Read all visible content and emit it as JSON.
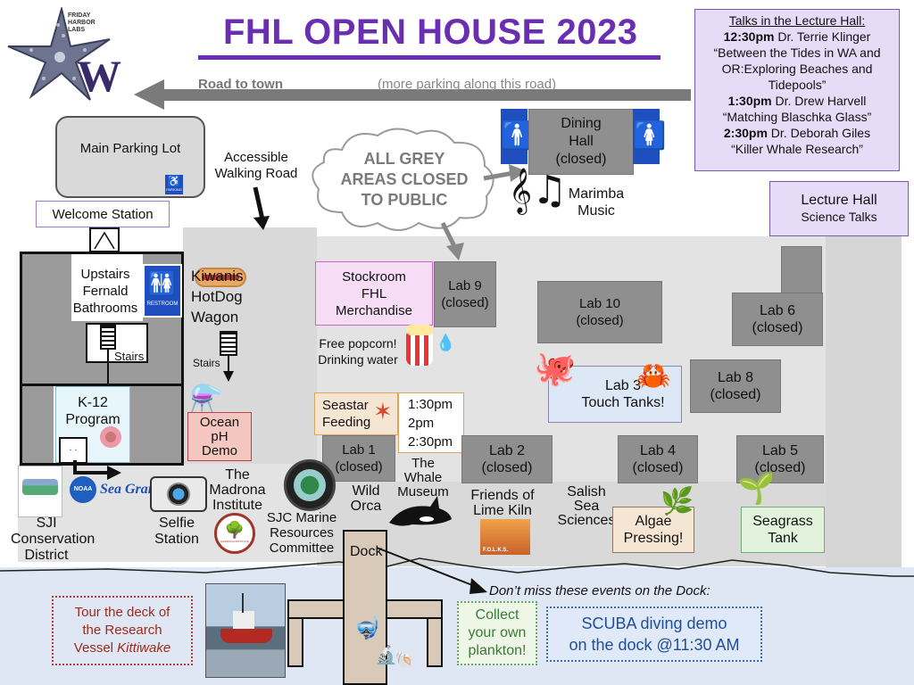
{
  "title": "FHL OPEN HOUSE 2023",
  "logo": {
    "text_lines": [
      "FRIDAY",
      "HARBOR",
      "LABS"
    ],
    "uw_letter": "W"
  },
  "road": {
    "label": "Road to town",
    "note": "(more parking along this road)"
  },
  "talks": {
    "heading": "Talks in the Lecture Hall:",
    "items": [
      {
        "time": "12:30pm",
        "speaker": " Dr. Terrie Klinger",
        "title": "“Between the Tides in WA and OR:Exploring Beaches and Tidepools”"
      },
      {
        "time": "1:30pm",
        "speaker": " Dr. Drew Harvell",
        "title": "“Matching Blaschka Glass”"
      },
      {
        "time": "2:30pm",
        "speaker": " Dr. Deborah Giles",
        "title": "“Killer Whale Research”"
      }
    ]
  },
  "parking": {
    "label": "Main Parking Lot",
    "accessible_sign": "PARKING"
  },
  "accessible_road": {
    "lines": [
      "Accessible",
      "Walking Road"
    ]
  },
  "closed_cloud": {
    "lines": [
      "ALL GREY",
      "AREAS CLOSED",
      "TO PUBLIC"
    ]
  },
  "dining": {
    "lines": [
      "Dining",
      "Hall",
      "(closed)"
    ]
  },
  "marimba": {
    "lines": [
      "Marimba",
      "Music"
    ]
  },
  "lecture_hall": {
    "line1": "Lecture Hall",
    "line2": "Science Talks"
  },
  "welcome": "Welcome Station",
  "bathrooms": {
    "lines": [
      "Upstairs",
      "Fernald",
      "Bathrooms"
    ],
    "sign": "RESTROOM"
  },
  "hotdog": {
    "lines": [
      "Kiwanis",
      "HotDog",
      "Wagon"
    ]
  },
  "stairs1": "Stairs",
  "stairs2": "Stairs",
  "k12": {
    "lines": [
      "K-12",
      "Program"
    ]
  },
  "ocean_ph": {
    "lines": [
      "Ocean",
      "pH",
      "Demo"
    ]
  },
  "stockroom": {
    "lines": [
      "Stockroom",
      "FHL",
      "Merchandise"
    ]
  },
  "popcorn": {
    "lines": [
      "Free popcorn!",
      "Drinking water"
    ]
  },
  "seastar": {
    "lines": [
      "Seastar",
      "Feeding"
    ],
    "times": [
      "1:30pm",
      "2pm",
      "2:30pm"
    ]
  },
  "labs": {
    "lab9": [
      "Lab 9",
      "(closed)"
    ],
    "lab10": [
      "Lab 10",
      "(closed)"
    ],
    "lab6": [
      "Lab 6",
      "(closed)"
    ],
    "lab8": [
      "Lab 8",
      "(closed)"
    ],
    "lab3": [
      "Lab 3",
      "Touch Tanks!"
    ],
    "lab1": [
      "Lab 1",
      "(closed)"
    ],
    "lab2": [
      "Lab 2",
      "(closed)"
    ],
    "lab4": [
      "Lab 4",
      "(closed)"
    ],
    "lab5": [
      "Lab 5",
      "(closed)"
    ]
  },
  "whale_museum": {
    "lines": [
      "The",
      "Whale",
      "Museum"
    ]
  },
  "wild_orca": {
    "lines": [
      "Wild",
      "Orca"
    ]
  },
  "madrona": {
    "lines": [
      "The",
      "Madrona",
      "Institute"
    ],
    "logo_text": "MADRONA INSTITUTE"
  },
  "friends_lime_kiln": {
    "lines": [
      "Friends of",
      "Lime Kiln"
    ],
    "logo_text": "F.O.L.K.S."
  },
  "salish": {
    "lines": [
      "Salish",
      "Sea",
      "Sciences"
    ]
  },
  "algae": {
    "lines": [
      "Algae",
      "Pressing!"
    ]
  },
  "seagrass": {
    "lines": [
      "Seagrass",
      "Tank"
    ]
  },
  "sji": {
    "lines": [
      "SJI",
      "Conservation",
      "District"
    ]
  },
  "noaa": "NOAA",
  "seagrant": "Sea Grant",
  "selfie": {
    "lines": [
      "Selfie",
      "Station"
    ]
  },
  "sjc_marine": {
    "lines": [
      "SJC Marine",
      "Resources",
      "Committee"
    ]
  },
  "dock": {
    "label": "Dock",
    "note": "Don’t miss these events on the Dock:"
  },
  "kittiwake": {
    "line1": "Tour the deck of",
    "line2": "the Research",
    "line3_pre": "Vessel ",
    "line3_em": "Kittiwake"
  },
  "plankton": {
    "lines": [
      "Collect",
      "your own",
      "plankton!"
    ]
  },
  "scuba": {
    "line1": "SCUBA diving demo",
    "line2": "on the dock @11:30 AM"
  },
  "colors": {
    "purple": "#6a2fb0",
    "lavender_bg": "#e6dcf8",
    "water": "#dfe7f4",
    "grey": "#8f8f8f",
    "light_grey": "#d9d9d9",
    "pink": "#f7dcf6",
    "blue_box": "#dde8f7",
    "green_box": "#e2f2dc",
    "tan_box": "#f5e6d4",
    "salmon": "#f3c7c0"
  }
}
